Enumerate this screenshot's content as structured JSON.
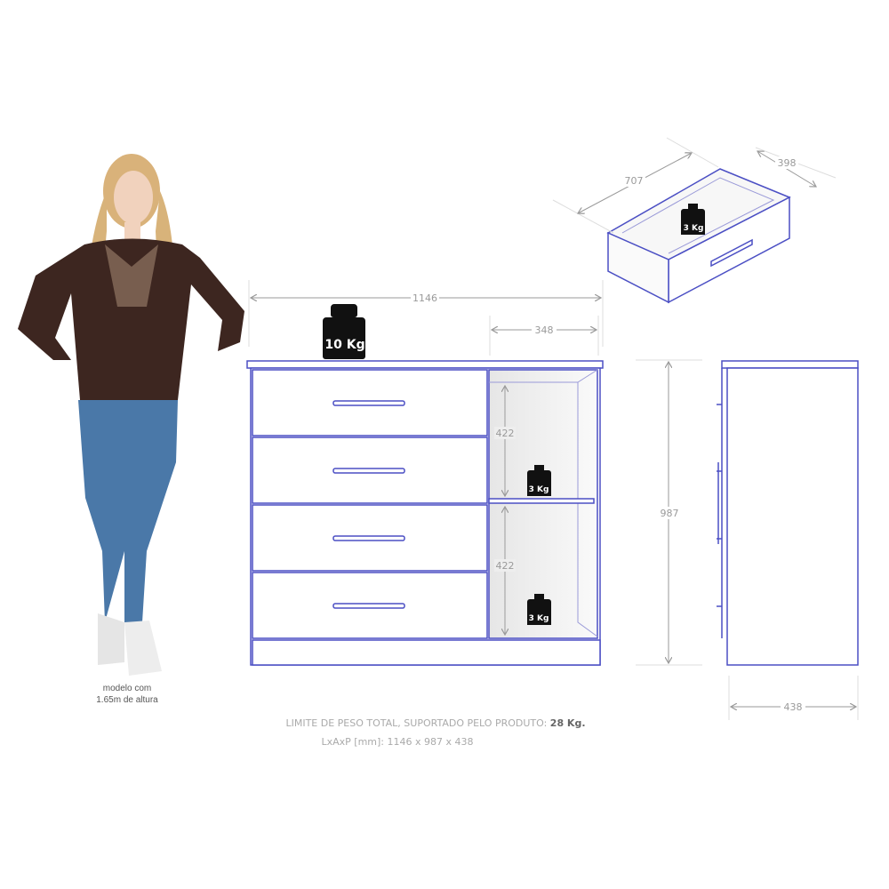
{
  "model_caption": {
    "line1": "modelo com",
    "line2": "1.65m de altura"
  },
  "dimensions": {
    "width": "1146",
    "niche_width": "348",
    "height": "987",
    "depth": "438",
    "shelf_height_upper": "422",
    "shelf_height_lower": "422",
    "drawer_width": "707",
    "drawer_depth": "398"
  },
  "weights": {
    "top": "10 Kg",
    "shelf_upper": "3 Kg",
    "shelf_lower": "3 Kg",
    "drawer": "3 Kg"
  },
  "notes": {
    "weight_limit_label": "LIMITE DE PESO TOTAL, SUPORTADO PELO PRODUTO:",
    "weight_limit_value": "28 Kg.",
    "dimensions_line": "LxAxP [mm]: 1146 x 987 x 438"
  },
  "colors": {
    "outline": "#4b4fc4",
    "dimension": "#9a9a9a",
    "weight": "#111111"
  }
}
